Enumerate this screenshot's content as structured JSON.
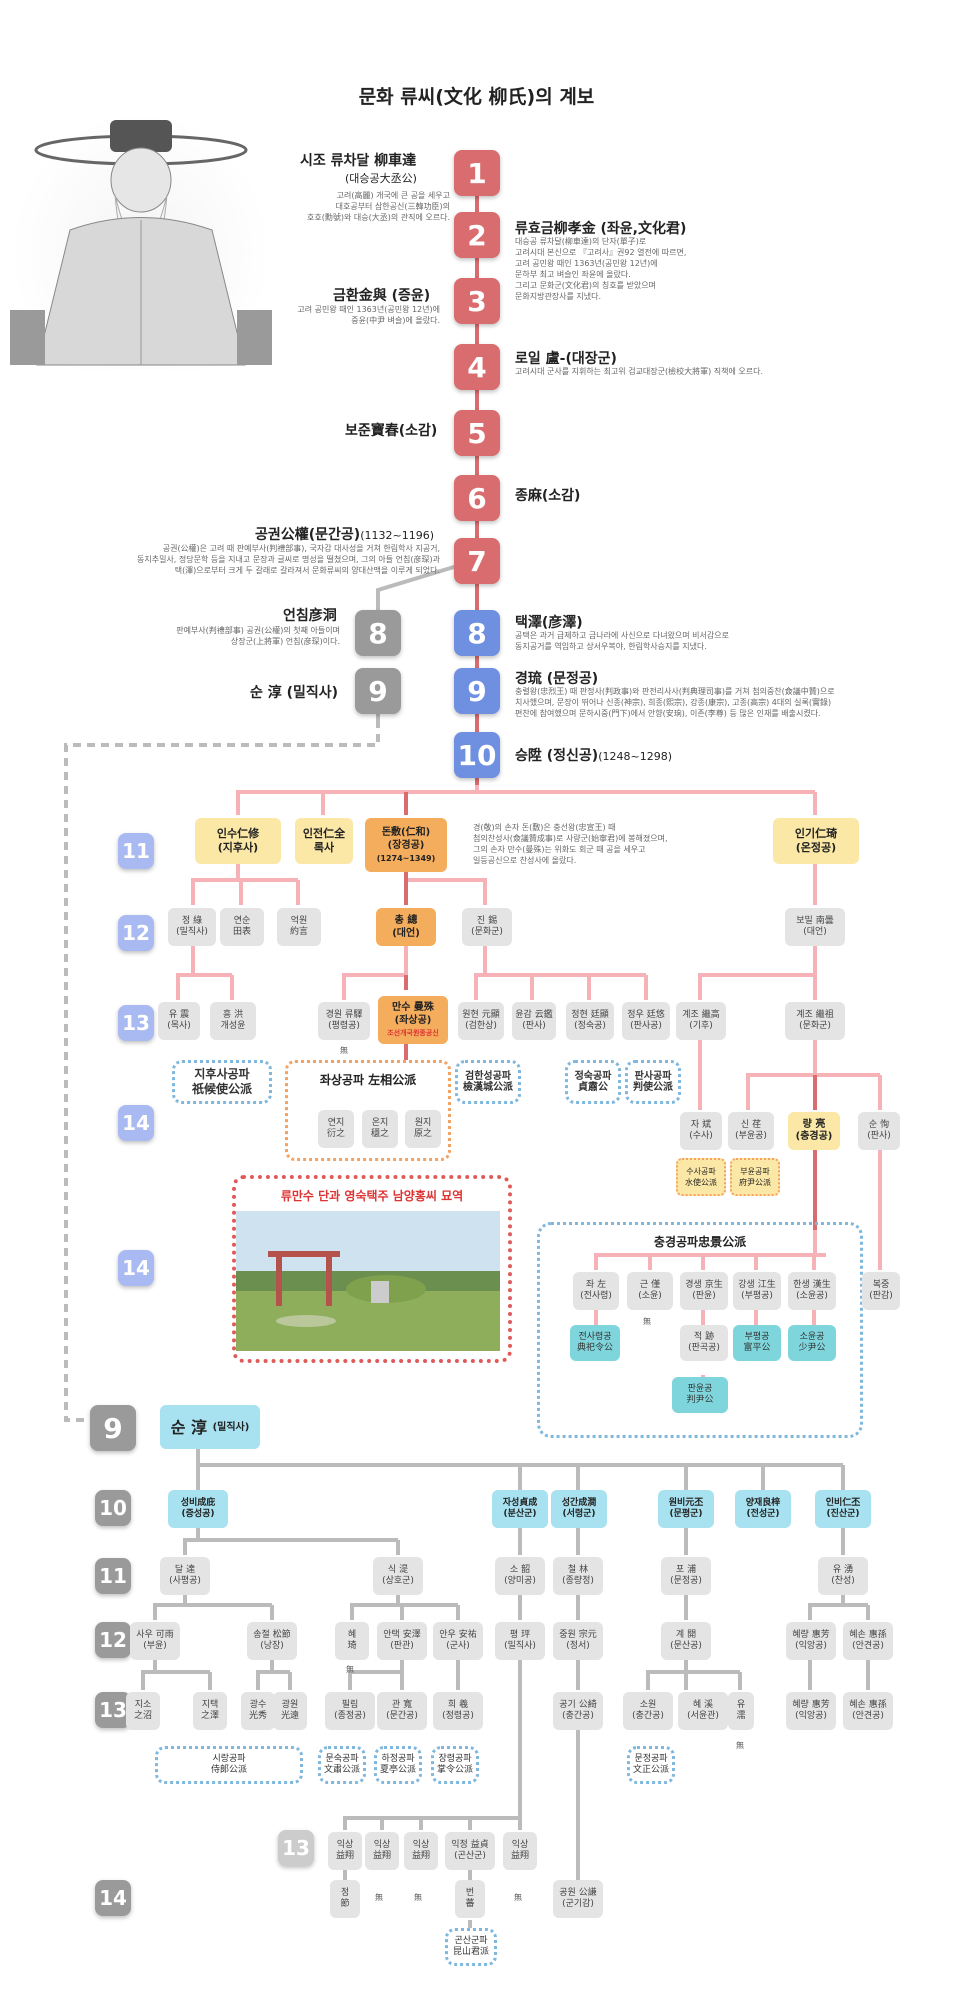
{
  "title": "문화 류씨(文化 柳氏)의 계보",
  "generations": {
    "g1": {
      "num": "1",
      "name": "시조 류차달 柳車達",
      "sub": "(대승공大丞公)",
      "desc": [
        "고려(高麗) 개국에 큰 공을 세우고",
        "대호공부터 삼한공신(三韓功臣)의",
        "호호(勳號)와 대승(大丞)의 관직에 오르다."
      ]
    },
    "g2": {
      "num": "2",
      "name": "류효금柳孝金 (좌윤,文化君)",
      "desc": [
        "대승공 류차달(柳車達)의 단자(單子)로",
        "고려시대 본신으로 『고려사』권92 열전에 따르면,",
        "고려 공민왕 때인 1363년(공민왕 12년)에",
        "문하부 최고 벼슬인 좌윤에 올랐다.",
        "그리고 문화군(文化君)의 칭호를 받았으며",
        "문화지방관장사를 지냈다."
      ]
    },
    "g3": {
      "num": "3",
      "name": "금환金與 (증윤)",
      "desc": [
        "고려 공민왕 때인 1363년(공민왕 12년)에",
        "중윤(中尹 벼슬)에 올랐다."
      ]
    },
    "g4": {
      "num": "4",
      "name": "로일 盧-(대장군)",
      "desc": [
        "고려시대 군사를 지휘하는 최고위 검교대장군(檢校大將軍) 직책에 오르다."
      ]
    },
    "g5": {
      "num": "5",
      "name": "보준寶春(소감)"
    },
    "g6": {
      "num": "6",
      "name": "종麻(소감)"
    },
    "g7": {
      "num": "7",
      "name": "공권公權(문간공)",
      "years": "(1132~1196)",
      "desc": [
        "공권(公權)은 고려 때 판예부사(判禮部事), 국자감 대사성을 거쳐 한림학사 지공거,",
        "동지추밀사, 정당문학 등을 지내고 문장과 글씨로 명성을 떨쳤으며, 그의 아들 언침(彦琛)과",
        "택(澤)으로부터 크게 두 갈래로 갈라져서 문화류씨의 양대산맥을 이루게 되었다."
      ]
    },
    "g8a": {
      "num": "8",
      "name": "언침彦洞",
      "desc": [
        "판예부사(判禮部事) 공권(公權)의 첫째 아들이며",
        "상장군(上將軍) 언침(彦琛)이다."
      ]
    },
    "g8b": {
      "num": "8",
      "name": "택澤(彦澤)",
      "desc": [
        "공택은 과거 급제하고 금나라에 사신으로 다녀왔으며 비서감으로",
        "동지공거를 역임하고 상서우복야, 한림학사승지를 지냈다."
      ]
    },
    "g9a": {
      "num": "9",
      "name": "순 淳 (밀직사)"
    },
    "g9b": {
      "num": "9",
      "name": "경琉 (문정공)",
      "desc": [
        "충렬왕(忠烈王) 때 판정사(判政事)와 판전리사사(判典理司事)를 거쳐 첨의중찬(僉議中贊)으로",
        "치사했으며, 문장이 뛰어나 신종(神宗), 희종(熙宗), 강종(康宗), 고종(高宗) 4대의 실록(實錄)",
        "편찬에 참여했으며 문하시중(門下)에서 안향(安珦), 이존(李尊) 등 많은 인재를 배출시켰다."
      ]
    },
    "g10": {
      "num": "10",
      "name": "승陞 (정신공)",
      "years": "(1248~1298)"
    }
  },
  "upper_rows": {
    "r11": "11",
    "r12": "12",
    "r13": "13",
    "r14a": "14",
    "r14b": "14"
  },
  "g11": {
    "insu": [
      "인수仁修",
      "(지후사)"
    ],
    "injeon": [
      "인전仁全",
      "록사"
    ],
    "don": [
      "돈敷(仁和)",
      "(장경공)",
      "(1274~1349)"
    ],
    "ingi": [
      "인기仁琦",
      "(온정공)"
    ],
    "don_note": [
      "경(敬)의 손자 돈(敷)은 충선왕(忠宣王) 때",
      "첨의찬성사(僉議贊成事)로 사량군(始寧君)에 봉해졌으며,",
      "그의 손자 만수(曼殊)는 위화도 회군 때 공을 세우고",
      "일등공신으로 찬성사에 올랐다."
    ]
  },
  "g12": {
    "j1": [
      "정 綠",
      "(밀직사)"
    ],
    "j2": [
      "연순",
      "田表"
    ],
    "j3": [
      "억원",
      "約言"
    ],
    "chong": [
      "총 總",
      "(대언)"
    ],
    "jin": [
      "진 錫",
      "(문화군)"
    ],
    "bo": [
      "보밀 南曇",
      "(대언)"
    ]
  },
  "g13": {
    "a": [
      "유 震",
      "(목사)"
    ],
    "b": [
      "흥 洪",
      "개성윤"
    ],
    "c": [
      "경원 류驛",
      "(평령공)"
    ],
    "c_note": "無",
    "mansu": [
      "만수 曼殊",
      "(좌상공)"
    ],
    "mansu_sub": "조선개국원종공신",
    "d": [
      "원현 元顯",
      "(검한상)"
    ],
    "e": [
      "윤감 云鑑",
      "(판사)"
    ],
    "f": [
      "정현 廷顯",
      "(정숙공)"
    ],
    "g": [
      "정우 廷悠",
      "(판사공)"
    ],
    "h": [
      "계조 繼高",
      "(기후)"
    ],
    "i": [
      "계조 繼祖",
      "(문화군)"
    ]
  },
  "branches_upper": {
    "jihu": [
      "지후사공파",
      "祇候使公派"
    ],
    "jwasang": "좌상공파 左相公派",
    "js": [
      [
        "연지",
        "衍之"
      ],
      [
        "온지",
        "穩之"
      ],
      [
        "원지",
        "原之"
      ]
    ],
    "geomhan": [
      "검한성공파",
      "檢漢城公派"
    ],
    "jeongsuk": [
      "정숙공파",
      "貞肅公"
    ],
    "pansa": [
      "판사공파",
      "判使公派"
    ]
  },
  "g14": {
    "a": [
      "자 斌",
      "(수사)"
    ],
    "b": [
      "신 荏",
      "(부윤공)"
    ],
    "c": [
      "량 亮",
      "(충경공)"
    ],
    "d": [
      "순 恂",
      "(판사)"
    ],
    "susa": [
      "수사공파",
      "水使公派"
    ],
    "buyun": [
      "부윤공파",
      "府尹公派"
    ]
  },
  "tomb_caption": "류만수 단과 영숙택주 남양홍씨 묘역",
  "chunggyeong": {
    "title": "충경공파忠景公派",
    "m": [
      [
        "좌 左",
        "(전사령)"
      ],
      [
        "근 僅",
        "(소윤)"
      ],
      [
        "경생 京生",
        "(판윤)"
      ],
      [
        "강생 江生",
        "(부평공)"
      ],
      [
        "한생 漢生",
        "(소윤공)"
      ]
    ],
    "teal": [
      [
        "전사령공",
        "典祀令公"
      ],
      [
        "부평공",
        "富平公"
      ],
      [
        "소윤공",
        "少尹公"
      ],
      [
        "판윤공",
        "判尹公"
      ]
    ],
    "note_mu": "無",
    "jeok": [
      "적 跡",
      "(판곡공)"
    ],
    "bokjung": [
      "복중",
      "(판감)"
    ]
  },
  "lower": {
    "rows": [
      "9",
      "10",
      "11",
      "12",
      "13",
      "13",
      "14"
    ],
    "sun": "순 淳",
    "sun_sub": "(밀직사)",
    "g10": [
      [
        "성비成庇",
        "(증성공)"
      ],
      [
        "자성貞成",
        "(분산군)"
      ],
      [
        "성간成澗",
        "(서령군)"
      ],
      [
        "원비元丕",
        "(문평군)"
      ],
      [
        "양재良梓",
        "(전성군)"
      ],
      [
        "인비仁丕",
        "(진산군)"
      ]
    ],
    "g11": [
      [
        "달 達",
        "(사평공)"
      ],
      [
        "식 湜",
        "(상호군)"
      ],
      [
        "소 韶",
        "(양미공)"
      ],
      [
        "철 林",
        "(종량정)"
      ],
      [
        "포 浦",
        "(문정공)"
      ],
      [
        "유 湧",
        "(찬성)"
      ]
    ],
    "g12": [
      [
        "사우 可雨",
        "(부윤)"
      ],
      [
        "송절 松節",
        "(낭장)"
      ],
      [
        "혜",
        "琦"
      ],
      [
        "안택 安澤",
        "(판관)"
      ],
      [
        "안우 安祐",
        "(군사)"
      ],
      [
        "평 玶",
        "(밀직사)"
      ],
      [
        "중원 宗元",
        "(정서)"
      ],
      [
        "계 開",
        "(문산공)"
      ],
      [
        "혜량 惠芳",
        "(익앙공)"
      ],
      [
        "혜손 惠孫",
        "(안견공)"
      ]
    ],
    "hye_note": "無",
    "g13": [
      [
        "지소",
        "之沼"
      ],
      [
        "지택",
        "之澤"
      ],
      [
        "광수",
        "光秀"
      ],
      [
        "광원",
        "光遠"
      ],
      [
        "필림",
        "(종정공)"
      ],
      [
        "관 寬",
        "(문간공)"
      ],
      [
        "희 羲",
        "(정령공)"
      ],
      [
        "공기 公綺",
        "(충간공)"
      ],
      [
        "소원",
        "(충간공)"
      ],
      [
        "혜 溪",
        "(서윤관)"
      ],
      [
        "유",
        "濡"
      ],
      [
        "혜량 惠芳",
        "(익앙공)"
      ],
      [
        "혜손 惠孫",
        "(안견공)"
      ]
    ],
    "yu_note": "無",
    "branches": [
      [
        "시랑공파",
        "侍郞公派"
      ],
      [
        "문숙공파",
        "文肅公派"
      ],
      [
        "하정공파",
        "夏亭公派"
      ],
      [
        "장령공파",
        "掌令公派"
      ],
      [
        "문정공파",
        "文正公派"
      ]
    ],
    "g13b": [
      [
        "익상",
        "益翔"
      ],
      [
        "익상",
        "益翔"
      ],
      [
        "익상",
        "益翔"
      ],
      [
        "익정 益貞",
        "(곤산군)"
      ],
      [
        "익상",
        "益翔"
      ]
    ],
    "g14": [
      [
        "정",
        "節"
      ],
      "無",
      "無",
      [
        "번",
        "蕃"
      ],
      "無",
      [
        "공원 公謙",
        "(군기감)"
      ]
    ],
    "gonsan": [
      "곤산군파",
      "昆山君派"
    ]
  },
  "colors": {
    "red": "#d96c6e",
    "blue": "#6f8fe0",
    "grey": "#9a9a9a",
    "pink": "#f6b2b6",
    "yellow": "#fce8a6",
    "orange": "#f4ad5d",
    "cyan": "#a8e1ef"
  }
}
